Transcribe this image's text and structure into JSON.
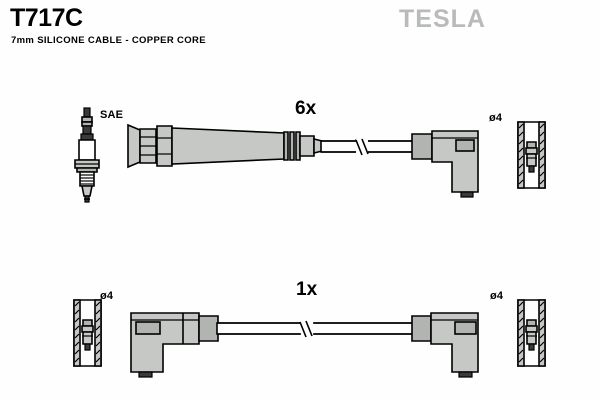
{
  "document": {
    "part_number": "T717C",
    "description": "7mm SILICONE CABLE - COPPER CORE",
    "brand": "TESLA",
    "brand_color": "#b9bbbb",
    "body_color": "#c6c8c6",
    "outline_color": "#000000",
    "background_color": "#fefefe"
  },
  "assemblies": [
    {
      "id": "top-assembly",
      "quantity_label": "6x",
      "spark_plug_label": "SAE",
      "terminal_label": "ø4",
      "left_end": "spark-plug-boot-straight",
      "right_end": "right-angle-distributor-connector",
      "cable_break": true
    },
    {
      "id": "bottom-assembly",
      "quantity_label": "1x",
      "terminal_label_left": "ø4",
      "terminal_label_right": "ø4",
      "left_end": "right-angle-connector",
      "right_end": "right-angle-connector",
      "cable_break": true
    }
  ],
  "labels": {
    "sae": "SAE",
    "d4_top_right": "ø4",
    "d4_bottom_left": "ø4",
    "d4_bottom_right": "ø4",
    "qty_top": "6x",
    "qty_bottom": "1x"
  }
}
